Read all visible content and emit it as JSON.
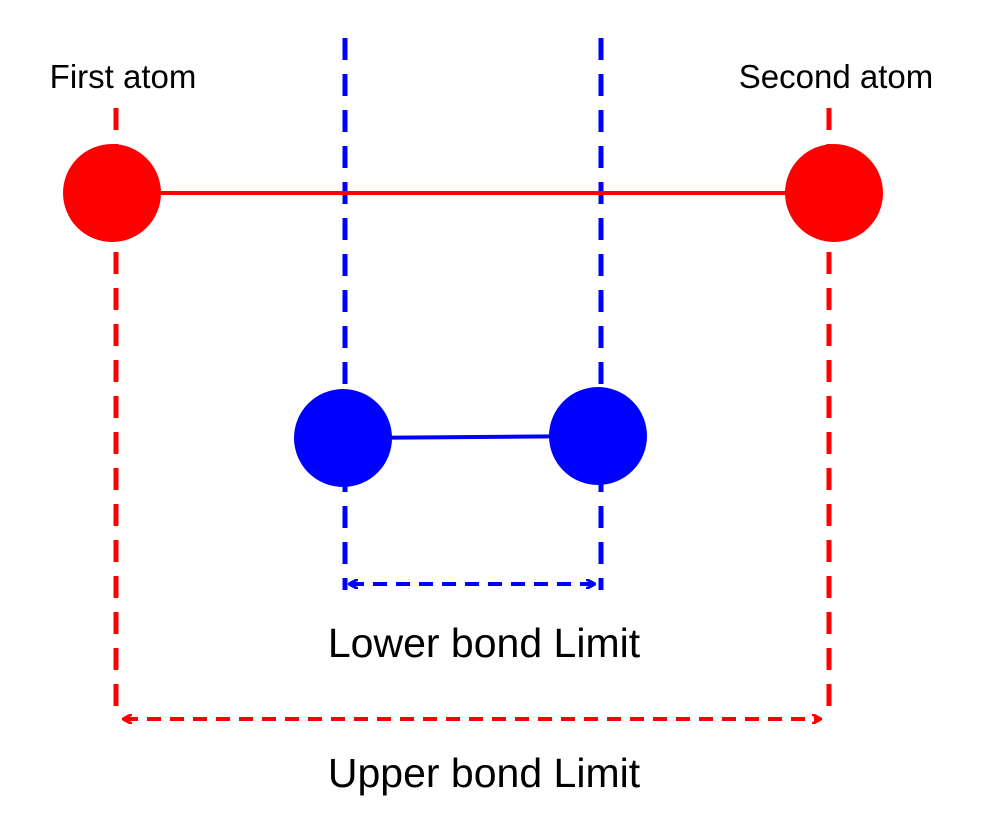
{
  "labels": {
    "first_atom": "First atom",
    "second_atom": "Second atom",
    "lower_limit": "Lower bond Limit",
    "upper_limit": "Upper bond Limit"
  },
  "colors": {
    "outer": "#ff0000",
    "inner": "#0000ff",
    "text": "#000000",
    "background": "#ffffff"
  }
}
